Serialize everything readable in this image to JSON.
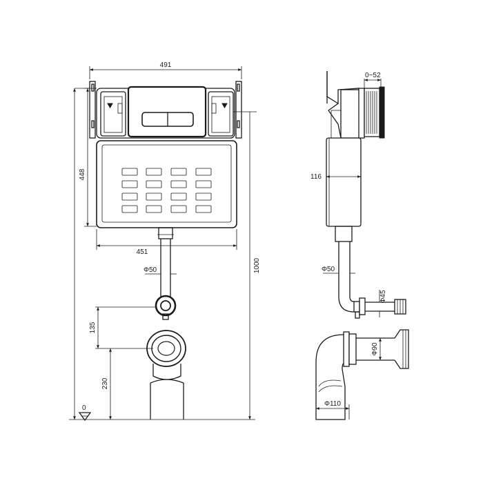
{
  "dimensions": {
    "frame_width": "491",
    "tank_width": "451",
    "tank_height": "448",
    "total_height": "1000",
    "pipe_diameter_50_front": "Φ50",
    "pipe_height_135": "135",
    "outlet_height_230": "230",
    "floor_level": "0",
    "wall_adjust": "0~52",
    "depth_116": "116",
    "pipe_diameter_50_side": "Φ50",
    "pipe_diameter_45": "Φ45",
    "pipe_diameter_90": "Φ90",
    "pipe_diameter_110": "Φ110"
  }
}
